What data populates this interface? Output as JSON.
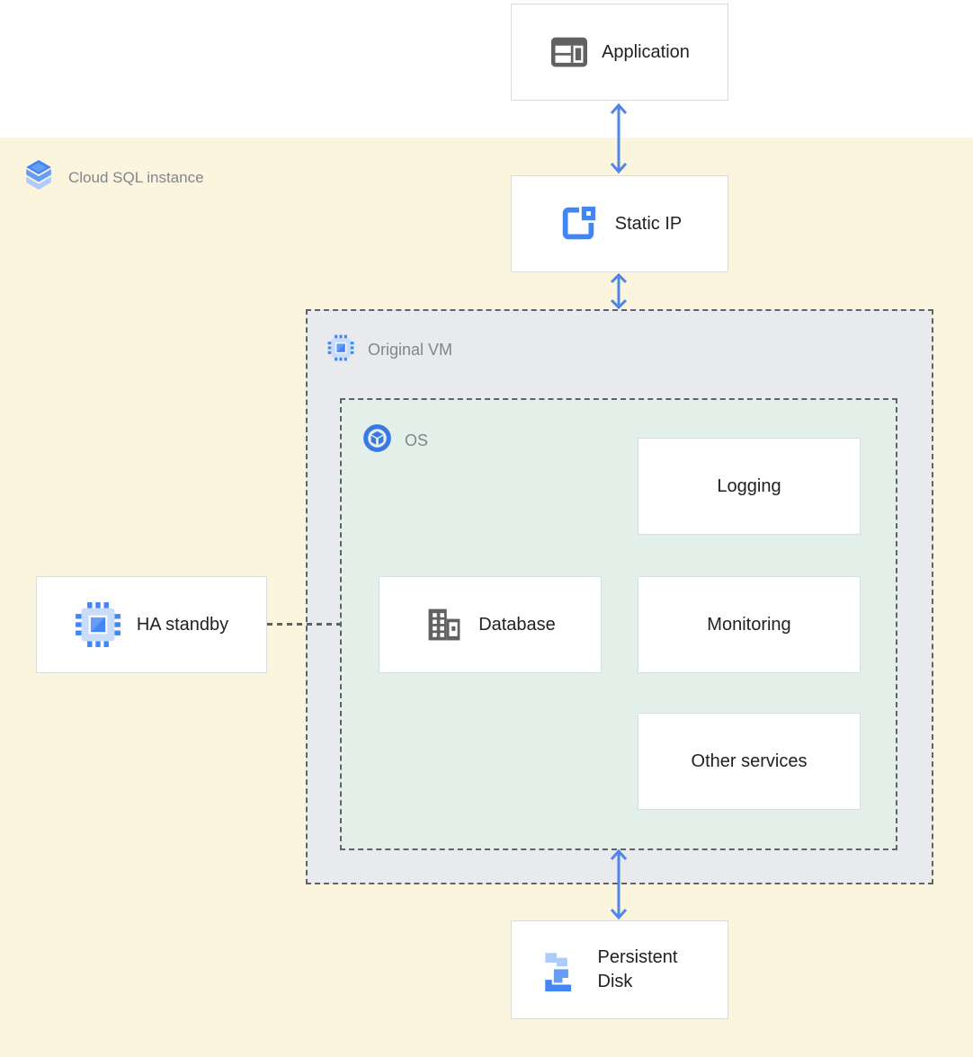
{
  "regions": {
    "cloud_sql": {
      "label": "Cloud SQL instance",
      "background": "#FCF5DE",
      "icon": "cloud-sql-icon"
    },
    "original_vm": {
      "label": "Original VM",
      "background": "#E9EAEE",
      "border": "dashed #5F6368",
      "icon": "compute-engine-chip-icon"
    },
    "os": {
      "label": "OS",
      "background": "#E2F0E9",
      "border": "dashed #5F6368",
      "icon": "os-cube-circle-icon"
    }
  },
  "nodes": {
    "application": {
      "label": "Application",
      "icon": "web-application-icon"
    },
    "static_ip": {
      "label": "Static IP",
      "icon": "static-ip-square-icon"
    },
    "logging": {
      "label": "Logging"
    },
    "database": {
      "label": "Database",
      "icon": "database-building-icon"
    },
    "monitoring": {
      "label": "Monitoring"
    },
    "other_services": {
      "label": "Other services"
    },
    "ha_standby": {
      "label": "HA standby",
      "icon": "compute-engine-chip-icon"
    },
    "persistent_disk": {
      "label": "Persistent Disk",
      "icon": "persistent-disk-icon"
    }
  },
  "connections": [
    {
      "from": "application",
      "to": "static_ip",
      "style": "double-arrow",
      "color": "#4E86EC"
    },
    {
      "from": "static_ip",
      "to": "original_vm",
      "style": "double-arrow",
      "color": "#4E86EC"
    },
    {
      "from": "os",
      "to": "persistent_disk",
      "style": "double-arrow",
      "color": "#4E86EC"
    },
    {
      "from": "ha_standby",
      "to": "os",
      "style": "dashed-line",
      "color": "#5F6368"
    }
  ],
  "colors": {
    "arrow_blue": "#4E86EC",
    "region_yellow": "#FCF5DE",
    "vm_gray": "#E9EAEE",
    "os_green": "#E2F0E9",
    "node_border": "#DADCE0",
    "dashed_border": "#5F6368",
    "region_label_gray": "#80868B",
    "node_text_dark": "#202124",
    "icon_gray": "#616161",
    "icon_blue": "#4285F4",
    "icon_blue_medium": "#669DF6",
    "icon_blue_light": "#AECBFA"
  }
}
